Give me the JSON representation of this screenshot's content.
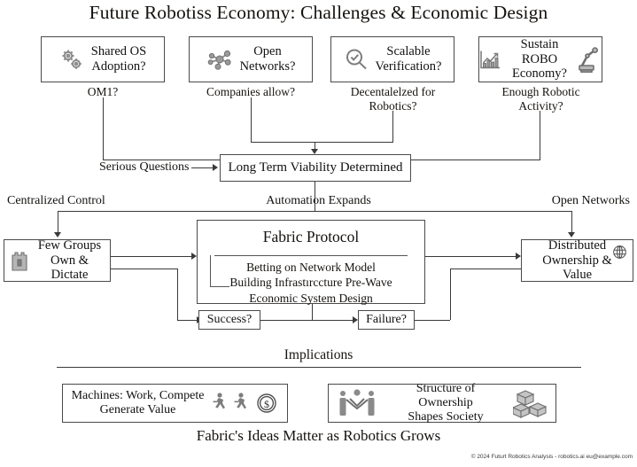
{
  "title": "Future Robotiss Economy: Challenges & Economic Design",
  "top_row": [
    {
      "label_line1": "Shared OS",
      "label_line2": "Adoption?",
      "icon": "gears-icon",
      "caption_line1": "OM1?",
      "caption_line2": ""
    },
    {
      "label_line1": "Open",
      "label_line2": "Networks?",
      "icon": "network-hub-icon",
      "caption_line1": "Companies allow?",
      "caption_line2": ""
    },
    {
      "label_line1": "Scalable",
      "label_line2": "Verification?",
      "icon": "magnifier-check-icon",
      "caption_line1": "Decentalelzed for",
      "caption_line2": "Robotics?"
    },
    {
      "label_line1": "Sustain ROBO",
      "label_line2": "Economy?",
      "icon": "growth-chart-icon",
      "icon_right": "robot-arm-icon",
      "caption_line1": "Enough Robotic",
      "caption_line2": "Activity?"
    }
  ],
  "serious_questions_label": "Serious Questions",
  "viability_box": "Long Term Viability Determined",
  "band_labels": {
    "left": "Centralized Control",
    "center": "Automation Expands",
    "right": "Open Networks"
  },
  "left_box": {
    "icon": "castle-icon",
    "line1": "Few Groups",
    "line2": "Own & Dictate"
  },
  "right_box": {
    "icon": "globe-icon",
    "line1": "Distributed",
    "line2": "Ownership & Value"
  },
  "fabric": {
    "title": "Fabric Protocol",
    "items": [
      "Betting on Network Model",
      "Building Infrastırccture Pre-Wave",
      "Economic System Design"
    ]
  },
  "success_box": "Success?",
  "failure_box": "Failure?",
  "implications": {
    "heading": "Implications",
    "boxes": [
      {
        "line1": "Machines: Work, Compete",
        "line2": "Generate Value",
        "icon_right": "runners-dollar-icon"
      },
      {
        "line1": "Structure of Ownership",
        "line2": "Shapes Society",
        "icon_left": "handshake-people-icon",
        "icon_right": "boxes-icon"
      }
    ]
  },
  "tagline": "Fabric's Ideas Matter as Robotics Grows",
  "footer": "© 2024 Futurt Robotics Analysis - robotics.ai eu@example.com",
  "colors": {
    "ink": "#15120f",
    "line": "#3a3a3a",
    "box_border": "#4a4a4a",
    "icon_gray": "#8a8a8a",
    "background": "#ffffff"
  }
}
